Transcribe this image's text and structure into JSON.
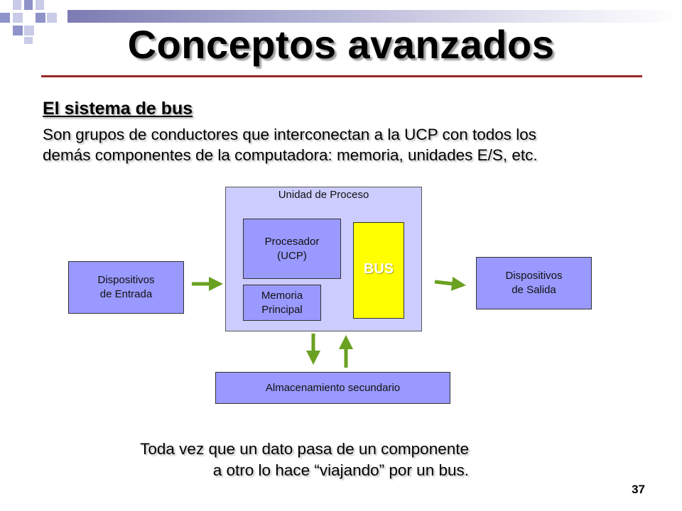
{
  "slide": {
    "title": "Conceptos avanzados",
    "subheading": "El sistema de bus",
    "intro_line1": "Son grupos de conductores que interconectan a la UCP con todos los",
    "intro_line2": "demás componentes de la computadora: memoria, unidades E/S, etc.",
    "footer_line1": "Toda vez que un dato pasa de un componente",
    "footer_line2": "a otro lo hace “viajando” por un bus.",
    "page_number": "37"
  },
  "diagram": {
    "unit_label": "Unidad de Proceso",
    "processor_line1": "Procesador",
    "processor_line2": "(UCP)",
    "memory_line1": "Memoria",
    "memory_line2": "Principal",
    "bus_label": "BUS",
    "input_line1": "Dispositivos",
    "input_line2": "de Entrada",
    "output_line1": "Dispositivos",
    "output_line2": "de Salida",
    "storage_label": "Almacenamiento secundario"
  },
  "colors": {
    "title_rule": "#9b2626",
    "box_fill": "#9999ff",
    "unit_fill": "#ccccff",
    "bus_fill": "#ffff00",
    "arrow": "#6aa121"
  }
}
